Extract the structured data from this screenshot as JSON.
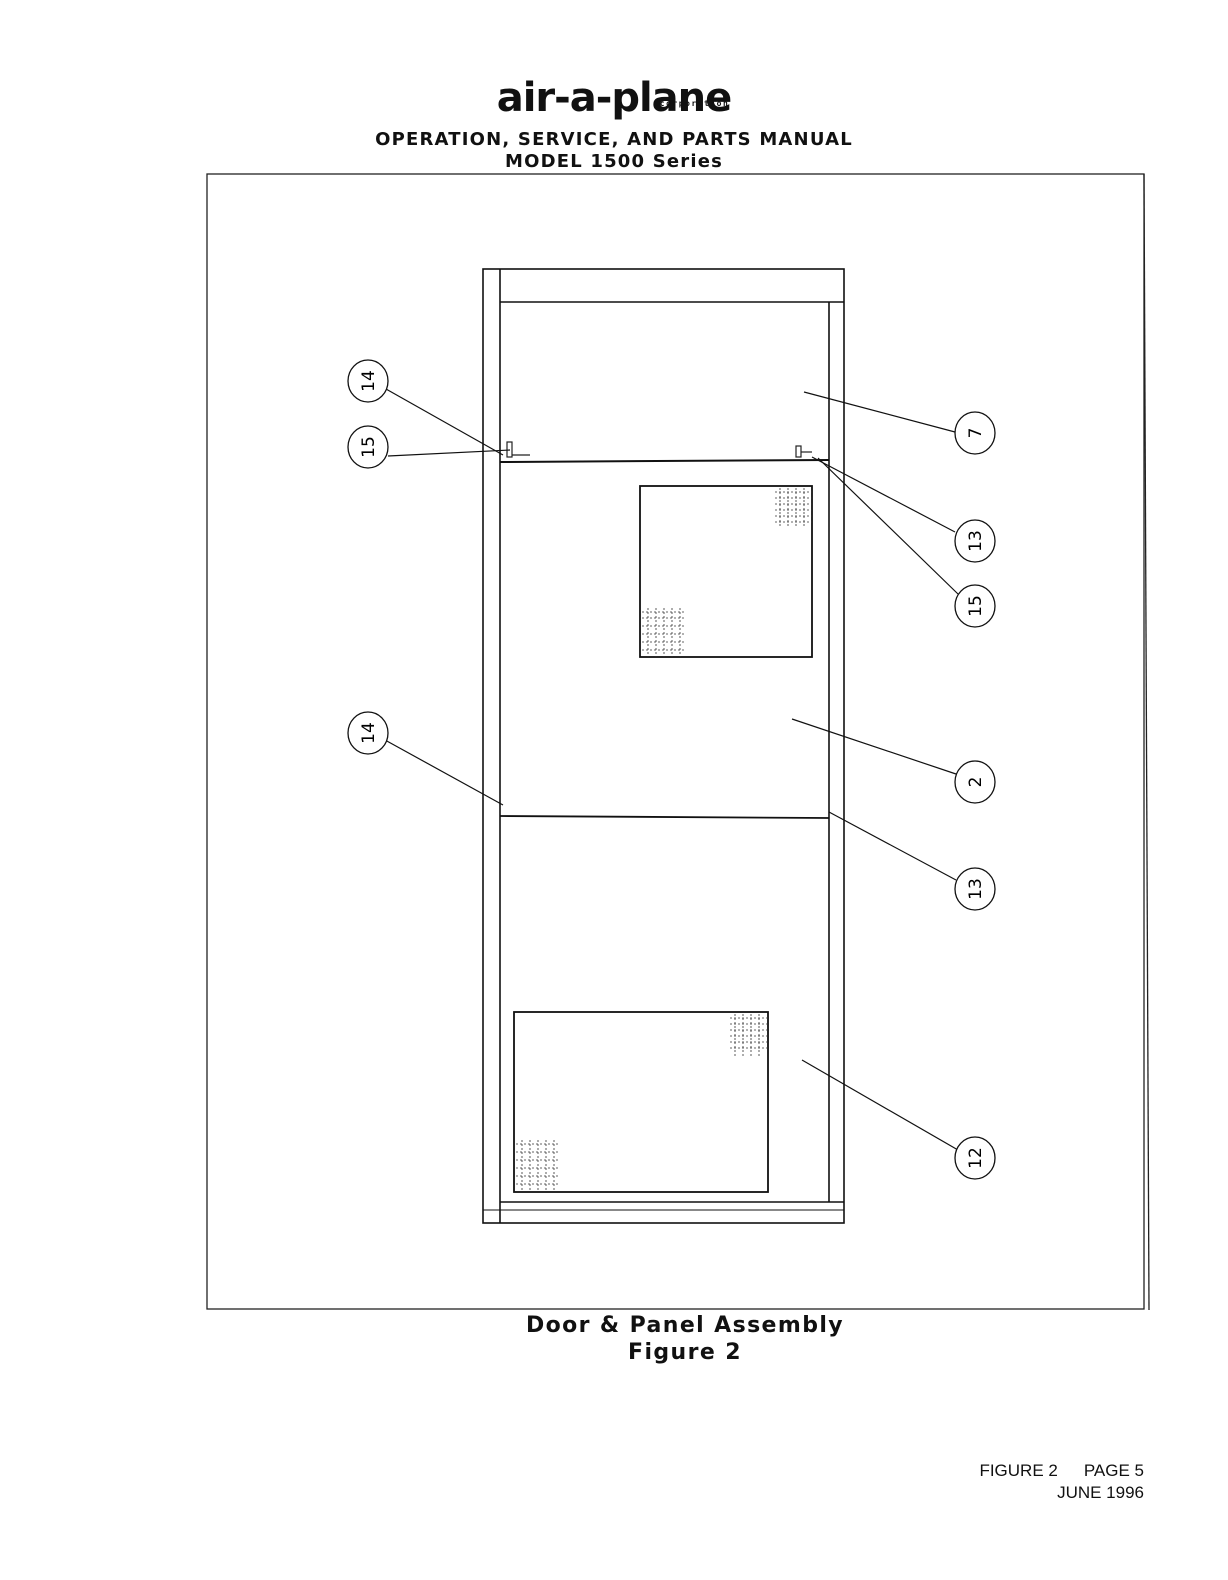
{
  "header": {
    "logo_text": "air-a-plane",
    "logo_sub": "corporation",
    "title_line1": "OPERATION, SERVICE, AND PARTS MANUAL",
    "title_line2": "MODEL 1500 Series"
  },
  "diagram": {
    "callouts": [
      "14",
      "15",
      "7",
      "13",
      "15",
      "14",
      "2",
      "13",
      "12"
    ]
  },
  "caption": {
    "line1": "Door & Panel Assembly",
    "line2": "Figure 2"
  },
  "footer": {
    "figure": "FIGURE 2",
    "page": "PAGE 5",
    "date": "JUNE 1996"
  }
}
